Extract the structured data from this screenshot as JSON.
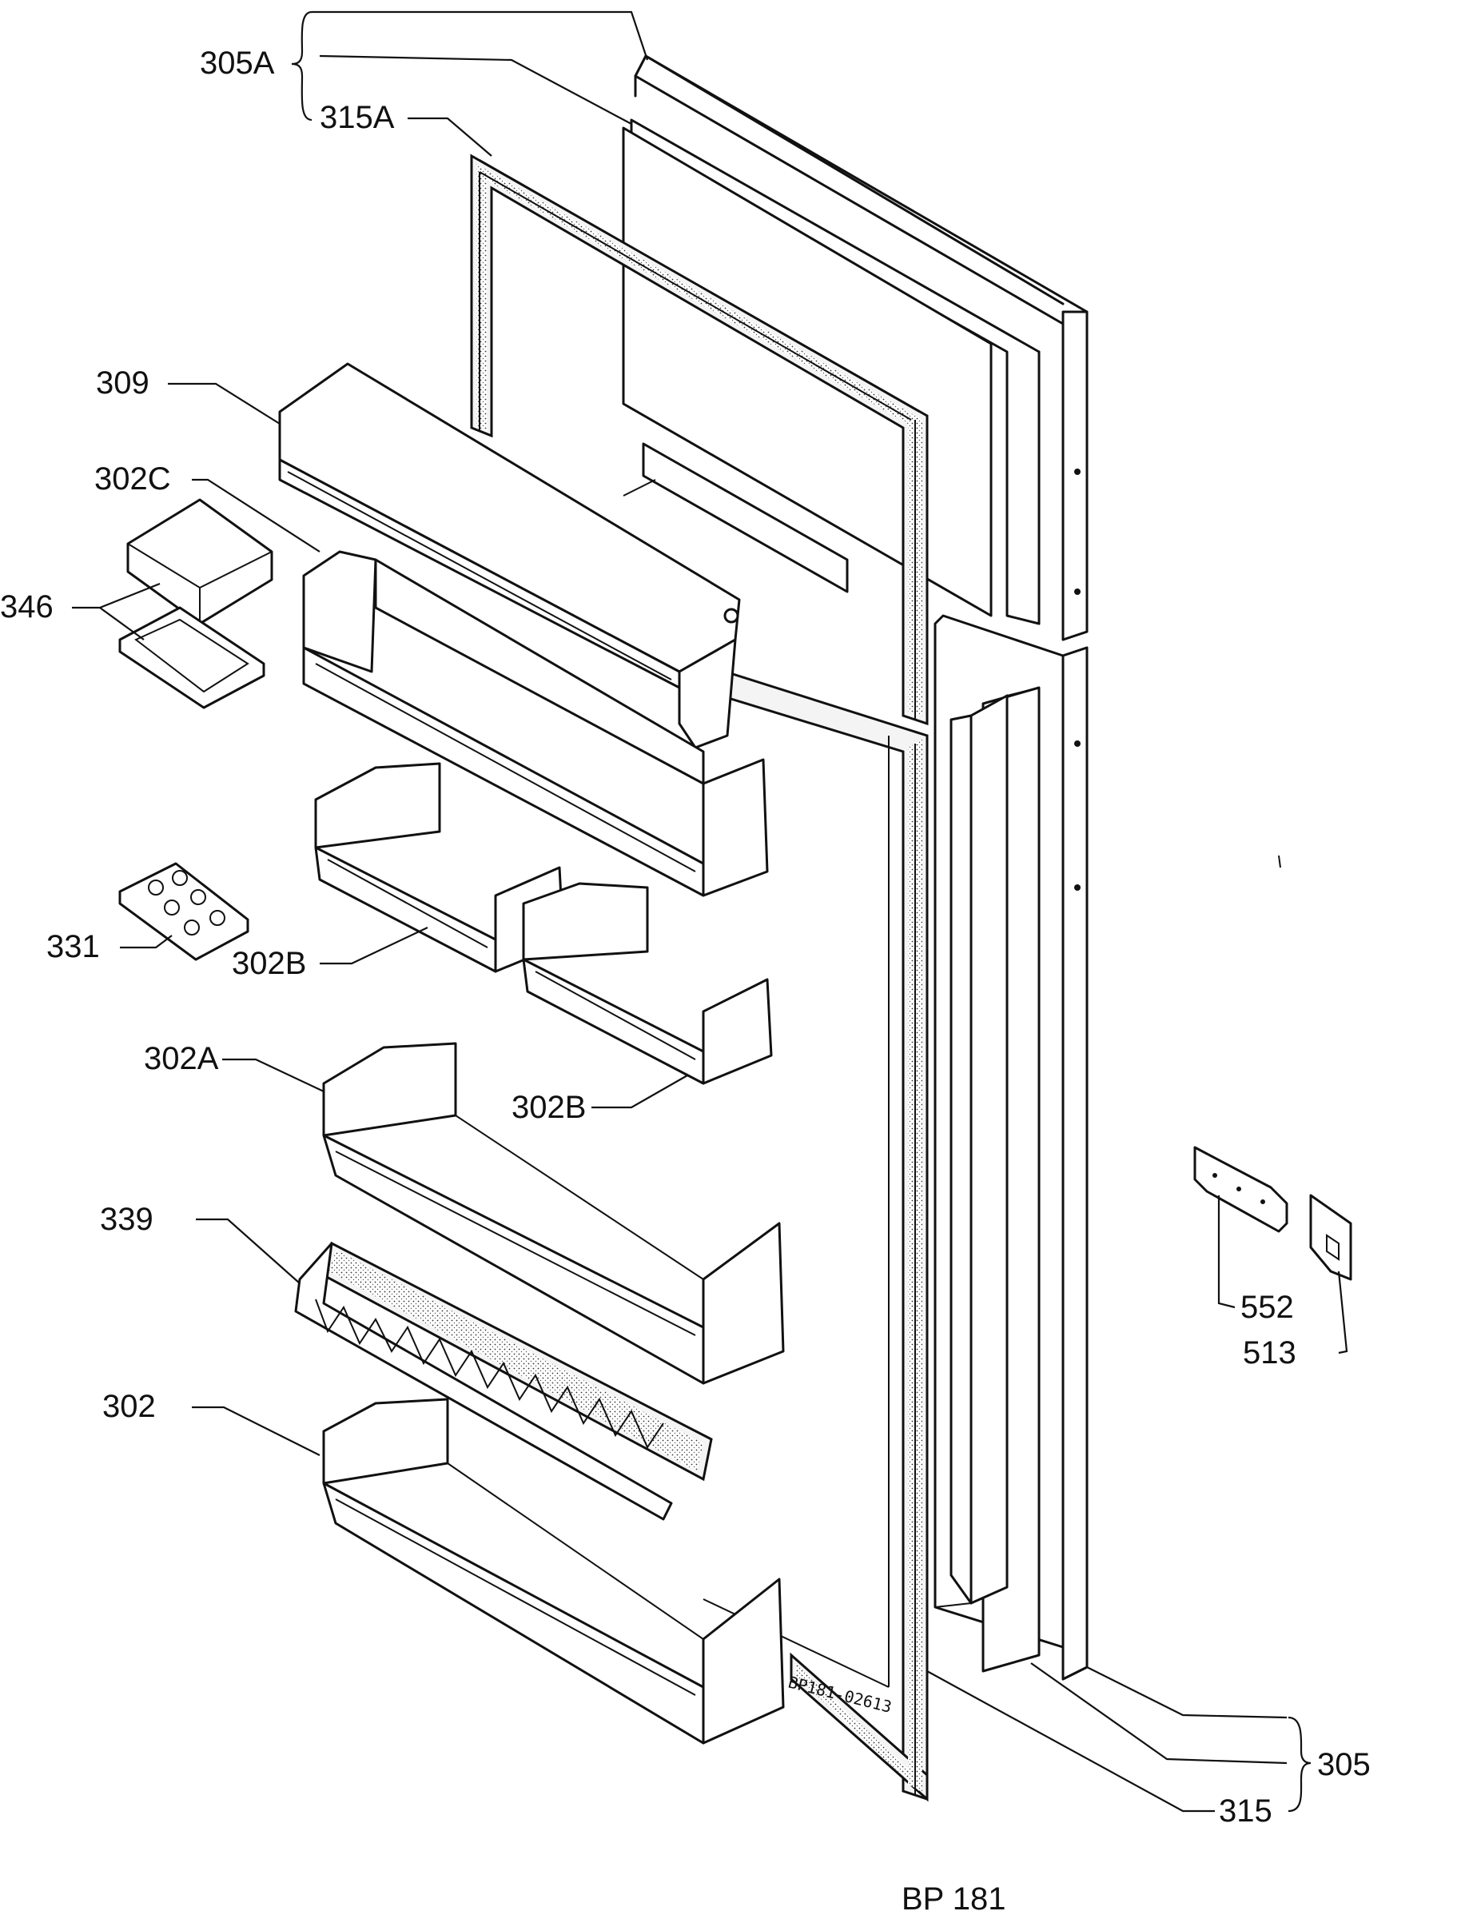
{
  "diagram": {
    "footer_code": "BP 181",
    "drawing_code": "BP181-02613",
    "labels": {
      "305A": "305A",
      "315A": "315A",
      "309": "309",
      "302C": "302C",
      "346": "346",
      "331": "331",
      "302B_left": "302B",
      "302B_right": "302B",
      "302A": "302A",
      "339": "339",
      "302": "302",
      "552": "552",
      "513": "513",
      "305": "305",
      "315": "315"
    }
  }
}
